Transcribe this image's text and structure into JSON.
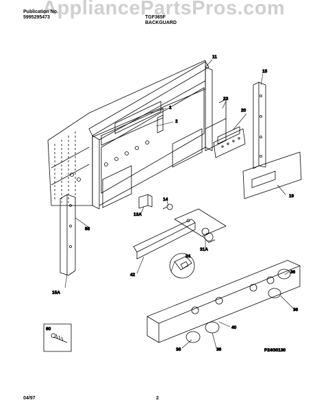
{
  "header": {
    "publication_label": "Publication No.",
    "publication_number": "5995295473",
    "model": "TGF365F",
    "section": "BACKGUARD"
  },
  "watermark": "AppliancePartsPros.com",
  "diagram_code": "P24G0130",
  "footer": {
    "date": "04/97",
    "page": "2"
  },
  "callouts": [
    "11",
    "1",
    "2",
    "15",
    "23",
    "20",
    "19",
    "14",
    "13A",
    "58",
    "31A",
    "24",
    "42",
    "15A",
    "36",
    "36",
    "36",
    "36",
    "40",
    "60"
  ]
}
